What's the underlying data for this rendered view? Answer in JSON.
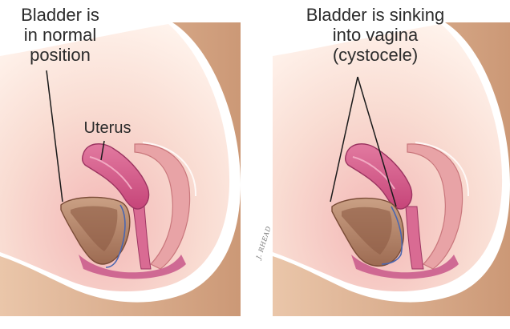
{
  "labels": {
    "left_lines": [
      "Bladder is",
      "in normal",
      "position"
    ],
    "right_lines": [
      "Bladder is sinking",
      "into vagina",
      "(cystocele)"
    ],
    "uterus": "Uterus"
  },
  "signature": "J. RHEAD",
  "colors": {
    "skin": "#e5b99a",
    "skin_edge": "#b98a6c",
    "body_fill": "#f6d6cc",
    "uterus": "#d85a86",
    "uterus_edge": "#9c3561",
    "bladder": "#b48063",
    "bladder_inner": "#8e5c44",
    "vessel": "#4a66b0",
    "leader": "#1a1a1a"
  },
  "icons": [
    "bladder-illustration",
    "uterus-illustration",
    "pelvis-cross-section"
  ]
}
